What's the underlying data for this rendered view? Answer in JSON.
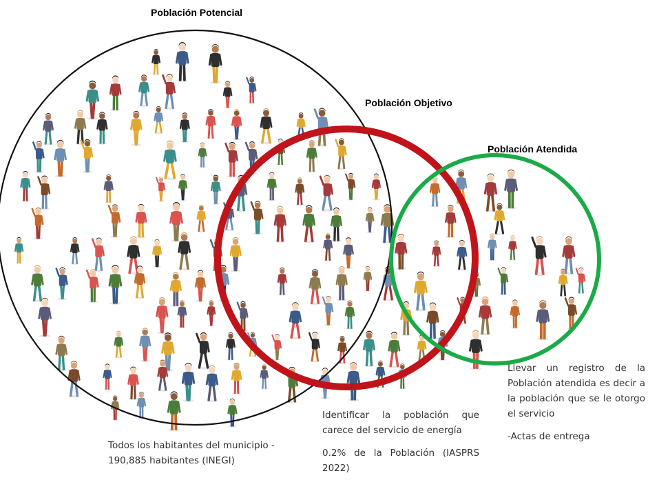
{
  "circles": {
    "potencial": {
      "title": "Población Potencial",
      "stroke": "#111111"
    },
    "objetivo": {
      "title": "Población Objetivo",
      "stroke": "#c0141b"
    },
    "atendida": {
      "title": "Población Atendida",
      "stroke": "#1aaa47"
    }
  },
  "descriptions": {
    "potencial": {
      "line1": "Todos los habitantes del municipio -",
      "line2": "190,885 habitantes (INEGI)"
    },
    "objetivo": {
      "text": "Identificar la población que carece del servicio de energía",
      "stat": "0.2% de la Población (IASPRS 2022)"
    },
    "atendida": {
      "text": "Llevar un registro de la Población atendida es decir a la población que se le otorgo el servicio",
      "note": "-Actas de entrega"
    }
  },
  "figure_palette": [
    "#d9534f",
    "#3c5a8a",
    "#e0a82e",
    "#4d7c3a",
    "#7a4b2a",
    "#2f2f2f",
    "#c46a2b",
    "#6f8fb3",
    "#a33b3b",
    "#8c7b4f",
    "#3b8f8a",
    "#5b5b7a"
  ]
}
